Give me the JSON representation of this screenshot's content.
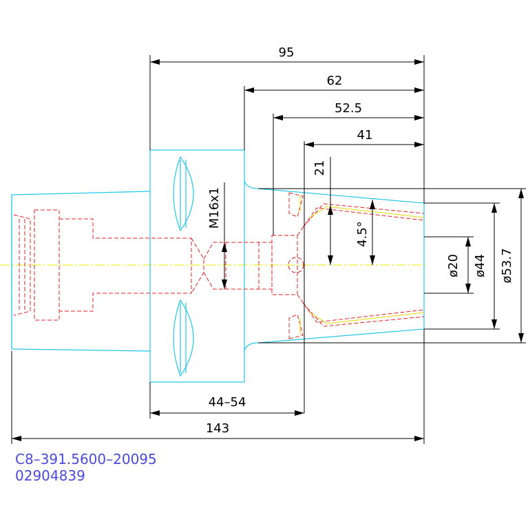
{
  "drawing": {
    "dimensions": {
      "overall_95": "95",
      "d62": "62",
      "d52_5": "52.5",
      "d41": "41",
      "d21": "21",
      "angle": "4.5°",
      "thread": "M16x1",
      "dia20": "ø20",
      "dia44": "ø44",
      "dia53_7": "ø53.7",
      "range_44_54": "44–54",
      "total_143": "143"
    },
    "title_block": {
      "part_number": "C8–391.5600–20095",
      "code": "02904839"
    }
  },
  "colors": {
    "outline": "#22c8e6",
    "hidden": "#e02020",
    "centerline": "#e8e800",
    "dimension": "#000000",
    "title": "#4a4adc"
  }
}
